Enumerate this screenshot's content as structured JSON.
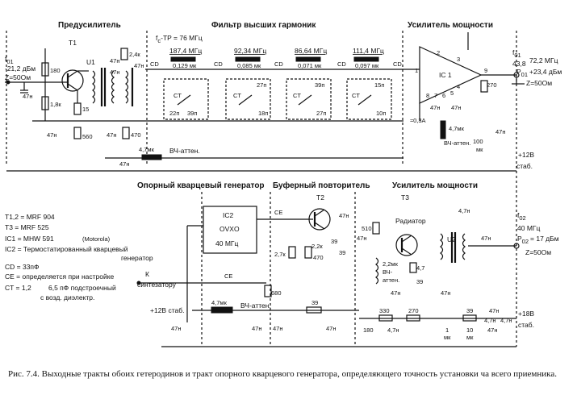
{
  "sections": {
    "preamp": "Предусилитель",
    "hpf": "Фильтр высших гармоник",
    "pa_top": "Усилитель мощности",
    "ref_osc": "Опорный кварцевый генератор",
    "buffer": "Буферный повторитель",
    "pa_bottom": "Усилитель мощности"
  },
  "top": {
    "input": {
      "f": "f",
      "sub": "01",
      "level": "-21,2 дБм",
      "z": "Z=50Ом"
    },
    "output": {
      "f": "f",
      "sub": "01",
      "freq": "43,8",
      "mhz": "72,2 МГц",
      "pout": "P",
      "psub": "01",
      "plevel": "+23,4 дБм",
      "z": "Z=50Ом"
    },
    "t1": "T1",
    "u1": "U1",
    "ic1": "IC 1",
    "fc_label": "f",
    "fc_sub": "c",
    "fc_value": "-TP = 76 МГц",
    "stages": [
      {
        "freq": "187,4 МГц",
        "l": "0,129 мк",
        "ct": "CT",
        "c1": "22п",
        "c2": "39п"
      },
      {
        "freq": "92,34 МГц",
        "l": "0,085 мк",
        "ct": "CT",
        "c1": "27п",
        "c2": "18п"
      },
      {
        "freq": "86,64 МГц",
        "l": "0,071 мк",
        "ct": "CT",
        "c1": "39п",
        "c2": "27п"
      },
      {
        "freq": "111,4 МГц",
        "l": "0,097 мк",
        "ct": "CT",
        "c1": "15п",
        "c2": "10п"
      }
    ],
    "cd": "CD",
    "values": {
      "r180": "180",
      "r18k": "1,8к",
      "r15": "15",
      "r560": "560",
      "c47n_a": "47н",
      "c47n_b": "47н",
      "r24k": "2,4к",
      "c47n_c": "47н",
      "c47n_d": "47н",
      "c47n_e": "47н",
      "r470": "470",
      "c47n_f": "47н",
      "c47n_g": "47н",
      "l47mk": "4,7мк",
      "hf_choke": "ВЧ-аттен.",
      "r270": "270",
      "c47n_h": "47н",
      "c47n_i": "47н",
      "c03": "≈0,3А",
      "l47mk_b": "4,7мк",
      "hf_choke_b": "ВЧ-аттен.",
      "c100mk": "100",
      "mk": "мк",
      "c47n_j": "47н",
      "plus12": "+12В",
      "stab": "стаб."
    },
    "pins": {
      "p1": "1",
      "p2": "2",
      "p3": "3",
      "p4": "4",
      "p5": "5",
      "p6": "6",
      "p7": "7",
      "p8": "8",
      "p9": "9"
    }
  },
  "bottom": {
    "legend": [
      "T1,2 = MRF 904",
      "T3 = MRF 525",
      "IC1 = MHW 591",
      "(Motorola)",
      "IC2 = Термостатированный кварцевый",
      "генератор",
      "CD = 33пФ",
      "CE = определяется при настройке",
      "CT = 1,2",
      "6,5 пФ подстроечный",
      "с возд. диэлектр."
    ],
    "ic2": {
      "name": "IC2",
      "type": "OVXO",
      "freq": "40 МГц"
    },
    "t2": "T2",
    "t3": "T3",
    "u2": "U2",
    "radiator": "Радиатор",
    "synth_k": "К",
    "synth": "синтезатору",
    "ce": "CE",
    "ce2": "CE",
    "output": {
      "f": "f",
      "sub": "02",
      "mhz": "40 МГц",
      "pout": "P",
      "psub": "02",
      "plevel": "= 17 дБм",
      "z": "Z=50Ом"
    },
    "values": {
      "r27k": "2,7к",
      "r22k": "2,2к",
      "r470": "470",
      "r39a": "39",
      "r39b": "39",
      "c47n_a": "47н",
      "r680": "680",
      "c47n_b": "47н",
      "r510": "510",
      "c47n_c": "47н",
      "l22mk": "2,2мк",
      "hf_choke": "ВЧ-",
      "atten": "аттен.",
      "r47": "4,7",
      "r39c": "39",
      "c47n_d": "47н",
      "c47n_e": "47н",
      "c47n_f": "4,7н",
      "c47n_g": "47н",
      "plus12": "+12В стаб.",
      "l47mk": "4,7мк",
      "hf_choke_b": "ВЧ-аттен.",
      "r39d": "39",
      "c47n_h": "47н",
      "c47n_i": "47н",
      "c47n_j": "47н",
      "r330": "330",
      "r270": "270",
      "c47n_k": "4,7н",
      "c180": "180",
      "r39e": "39",
      "c1mk": "1",
      "mk": "мк",
      "c10mk": "10",
      "mk2": "мк",
      "c47n_l": "47н",
      "plus18": "+18В",
      "stab": "стаб.",
      "c47n_m": "47н",
      "c47n_n": "4,7н",
      "c47n_o": "4,7н"
    }
  },
  "caption": "Рис. 7.4. Выходные тракты обоих гетеродинов и тракт опорного кварцевого генератора, определяющего точность установки ча всего приемника."
}
